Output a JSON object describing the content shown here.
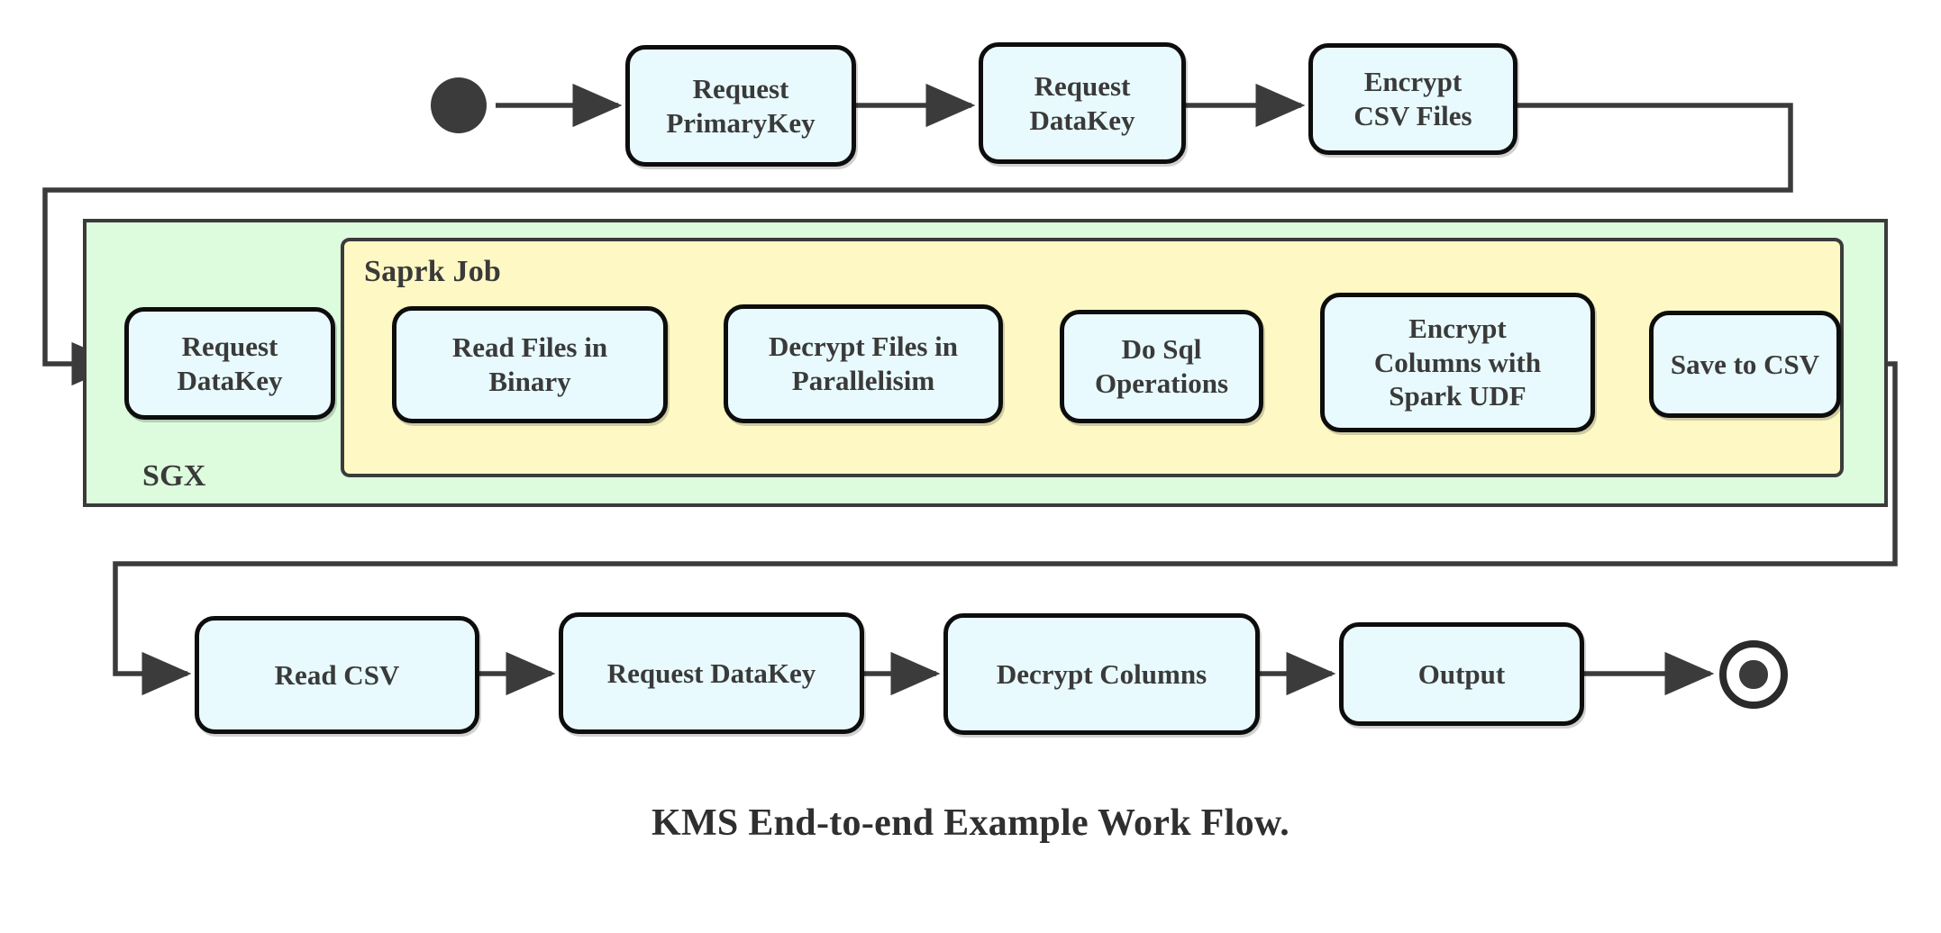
{
  "diagram": {
    "title": "KMS End-to-end Example Work Flow.",
    "colors": {
      "node_fill": "#e8fafd",
      "node_stroke": "#0d0d0d",
      "sgx_zone_fill": "#ddfbdd",
      "spark_zone_fill": "#fdf8c4",
      "zone_stroke": "#3b3b3b",
      "connector": "#3b3b3b",
      "text": "#3a3a3a",
      "canvas": "#ffffff"
    },
    "zones": [
      {
        "key": "sgx",
        "label": "SGX",
        "label_position": "bottom-left"
      },
      {
        "key": "spark",
        "label": "Saprk Job",
        "label_position": "top-left"
      }
    ],
    "markers": {
      "start": "start-node-filled-circle",
      "end": "end-node-double-circle"
    },
    "rows": [
      {
        "key": "row-1",
        "nodes": [
          {
            "key": "request-primarykey",
            "lines": [
              "Request",
              "PrimaryKey"
            ]
          },
          {
            "key": "request-datakey-1",
            "lines": [
              "Request",
              "DataKey"
            ]
          },
          {
            "key": "encrypt-csv-files",
            "lines": [
              "Encrypt",
              "CSV Files"
            ]
          }
        ]
      },
      {
        "key": "row-2",
        "nodes": [
          {
            "key": "request-datakey-2",
            "lines": [
              "Request",
              "DataKey"
            ]
          },
          {
            "key": "read-files-in-binary",
            "lines": [
              "Read Files in",
              "Binary"
            ]
          },
          {
            "key": "decrypt-files-parallel",
            "lines": [
              "Decrypt Files in",
              "Parallelisim"
            ]
          },
          {
            "key": "do-sql-operations",
            "lines": [
              "Do Sql",
              "Operations"
            ]
          },
          {
            "key": "encrypt-columns-spark-udf",
            "lines": [
              "Encrypt",
              "Columns with",
              "Spark UDF"
            ]
          },
          {
            "key": "save-to-csv",
            "lines": [
              "Save to CSV"
            ]
          }
        ]
      },
      {
        "key": "row-3",
        "nodes": [
          {
            "key": "read-csv",
            "lines": [
              "Read CSV"
            ]
          },
          {
            "key": "request-datakey-3",
            "lines": [
              "Request DataKey"
            ]
          },
          {
            "key": "decrypt-columns",
            "lines": [
              "Decrypt Columns"
            ]
          },
          {
            "key": "output",
            "lines": [
              "Output"
            ]
          }
        ]
      }
    ],
    "edges": [
      {
        "from": "start",
        "to": "request-primarykey",
        "kind": "straight"
      },
      {
        "from": "request-primarykey",
        "to": "request-datakey-1",
        "kind": "straight"
      },
      {
        "from": "request-datakey-1",
        "to": "encrypt-csv-files",
        "kind": "straight"
      },
      {
        "from": "encrypt-csv-files",
        "to": "request-datakey-2",
        "kind": "elbow-right-down-left"
      },
      {
        "from": "request-datakey-2",
        "to": "read-files-in-binary",
        "kind": "straight"
      },
      {
        "from": "read-files-in-binary",
        "to": "decrypt-files-parallel",
        "kind": "straight"
      },
      {
        "from": "decrypt-files-parallel",
        "to": "do-sql-operations",
        "kind": "straight"
      },
      {
        "from": "do-sql-operations",
        "to": "encrypt-columns-spark-udf",
        "kind": "straight"
      },
      {
        "from": "encrypt-columns-spark-udf",
        "to": "save-to-csv",
        "kind": "straight"
      },
      {
        "from": "save-to-csv",
        "to": "read-csv",
        "kind": "elbow-right-down-left"
      },
      {
        "from": "read-csv",
        "to": "request-datakey-3",
        "kind": "straight"
      },
      {
        "from": "request-datakey-3",
        "to": "decrypt-columns",
        "kind": "straight"
      },
      {
        "from": "decrypt-columns",
        "to": "output",
        "kind": "straight"
      },
      {
        "from": "output",
        "to": "end",
        "kind": "straight"
      }
    ]
  }
}
